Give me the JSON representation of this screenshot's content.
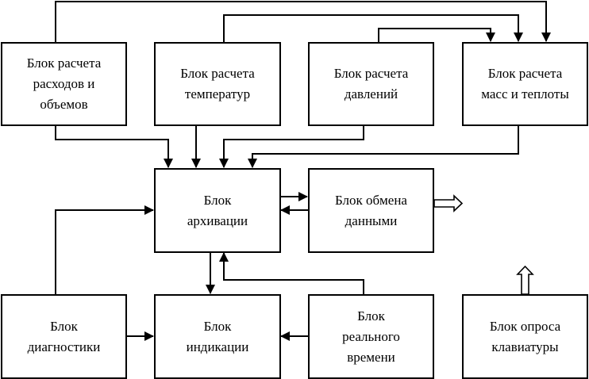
{
  "diagram": {
    "type": "block-diagram",
    "line_color": "#000000",
    "background": "#ffffff",
    "blocks": {
      "flow": {
        "lines": [
          "Блок расчета",
          "расходов и",
          "объемов"
        ]
      },
      "temperature": {
        "lines": [
          "Блок расчета",
          "температур"
        ]
      },
      "pressure": {
        "lines": [
          "Блок расчета",
          "давлений"
        ]
      },
      "mass_heat": {
        "lines": [
          "Блок расчета",
          "масс и теплоты"
        ]
      },
      "archive": {
        "lines": [
          "Блок",
          "архивации"
        ]
      },
      "exchange": {
        "lines": [
          "Блок обмена",
          "данными"
        ]
      },
      "diagnostics": {
        "lines": [
          "Блок",
          "диагностики"
        ]
      },
      "indication": {
        "lines": [
          "Блок",
          "индикации"
        ]
      },
      "realtime": {
        "lines": [
          "Блок",
          "реального",
          "времени"
        ]
      },
      "keyboard": {
        "lines": [
          "Блок опроса",
          "клавиатуры"
        ]
      }
    },
    "connections": [
      {
        "from": "flow",
        "to": "mass_heat",
        "kind": "arrow"
      },
      {
        "from": "temperature",
        "to": "mass_heat",
        "kind": "arrow"
      },
      {
        "from": "pressure",
        "to": "mass_heat",
        "kind": "arrow"
      },
      {
        "from": "flow",
        "to": "archive",
        "kind": "arrow"
      },
      {
        "from": "temperature",
        "to": "archive",
        "kind": "arrow"
      },
      {
        "from": "pressure",
        "to": "archive",
        "kind": "arrow"
      },
      {
        "from": "mass_heat",
        "to": "archive",
        "kind": "arrow"
      },
      {
        "from": "archive",
        "to": "exchange",
        "kind": "arrow"
      },
      {
        "from": "exchange",
        "to": "archive",
        "kind": "arrow"
      },
      {
        "from": "exchange",
        "to": "external",
        "kind": "hollow-arrow"
      },
      {
        "from": "keyboard",
        "to": "external",
        "kind": "hollow-arrow"
      },
      {
        "from": "diagnostics",
        "to": "archive",
        "kind": "arrow"
      },
      {
        "from": "diagnostics",
        "to": "indication",
        "kind": "arrow"
      },
      {
        "from": "archive",
        "to": "indication",
        "kind": "arrow"
      },
      {
        "from": "realtime",
        "to": "archive",
        "kind": "arrow"
      },
      {
        "from": "realtime",
        "to": "indication",
        "kind": "arrow"
      }
    ]
  }
}
